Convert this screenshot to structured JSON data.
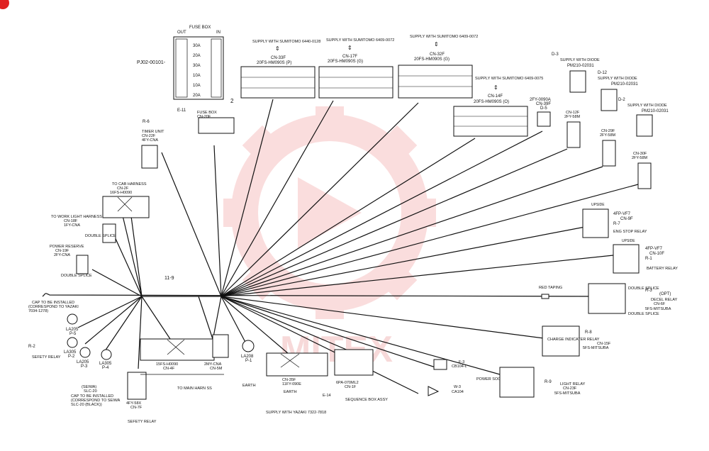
{
  "fuse_box": {
    "title": "FUSE BOX",
    "out": "OUT",
    "in": "IN",
    "part_no": "PJ02-00101-",
    "ref": "E-11",
    "name": "FUSE BOX",
    "cn": "CN-20F"
  },
  "harness_ref": "11-9",
  "branch_no": "2",
  "conn_timer": {
    "ref": "R-6",
    "name": "TIMER UNIT",
    "cn": "CN-22F",
    "type": "4FY-CNA"
  },
  "conn_cab": {
    "name": "TO CAB HARNESS",
    "cn": "CN-2F",
    "type": "16FS-H0090"
  },
  "conn_worklight": {
    "name": "TO WORK LIGHT HARNESS",
    "cn": "CN-18F",
    "type": "1FY-CNA"
  },
  "double_splice": "DOUBLE SPLICE",
  "conn_power_reserve": {
    "name": "POWER RESERVE",
    "cn": "CN-19F",
    "type": "2FY-CNA"
  },
  "cap_left": {
    "line1": "CAP TO BE INSTALLED",
    "line2": "(CORRESPOND TO YAZAKI",
    "line3": "7034-1278)"
  },
  "safety_left": {
    "ref": "R-2",
    "label": "SEFETY RELAY"
  },
  "grounds": [
    {
      "name": "LA205",
      "cn": "P-5"
    },
    {
      "name": "LA305",
      "cn": "P-2"
    },
    {
      "name": "LA205",
      "cn": "P-3"
    },
    {
      "name": "LA305",
      "cn": "P-4"
    }
  ],
  "seiwa": {
    "line1": "(SEIWA)",
    "line2": "SLC-20",
    "line3": "CAP TO BE INSTALLED",
    "line4": "(CORRESPOND TO SEIWA",
    "line5": "SLC-20 (BLACK))"
  },
  "conn_safety_bottom": {
    "type": "4FY-58X",
    "cn": "CN-7F",
    "label": "SEFETY RELAY"
  },
  "conn_main_a": {
    "type": "15FS-H0090",
    "cn": "CN-4F"
  },
  "conn_main_b": {
    "type": "2MY-CNA",
    "cn": "CN-5M"
  },
  "to_main": "TO MAIN HARN SS",
  "earth_a": {
    "name": "LA208",
    "cn": "P-1",
    "label": "EARTH"
  },
  "conn_bottom_earth": {
    "cn": "CN-35F",
    "type": "11FY-090E",
    "label": "EARTH",
    "supply": "SUPPLY WITH YAZAKI 7322-7818"
  },
  "conn_seq": {
    "ref": "E-14",
    "type": "6PA-070ML2",
    "cn": "CN-1F",
    "label": "SEQUENCE BOX ASSY"
  },
  "conn_f3": {
    "ref": "F-3",
    "type": "CB104-L"
  },
  "conn_w3": {
    "ref": "W-3",
    "type": "CA104"
  },
  "power_socket": "POWER SOCKET",
  "conn_33": {
    "supply": "SUPPLY WITH SUMITOMO 6440-0128",
    "cn": "CN-33F",
    "type": "20FS-HM090S (P)"
  },
  "conn_17": {
    "supply": "SUPPLY WITH SUMITOMO 6409-0072",
    "cn": "CN-17F",
    "type": "20FS-HM090S (G)"
  },
  "conn_32": {
    "supply": "SUPPLY WITH SUMITOMO 6409-0072",
    "cn": "CN-32F",
    "type": "20FS-HM090S (G)"
  },
  "conn_14": {
    "supply": "SUPPLY WITH SUMITOMO 6409-0075",
    "cn": "CN-14F",
    "type": "20FS-HM090S (O)"
  },
  "conn_d5": {
    "type": "2FY-0090A",
    "cn": "CN-39F",
    "ref": "D-5"
  },
  "diode_d3": {
    "ref": "D-3",
    "supply": "SUPPLY WITH DIODE",
    "part": "PM210-02031",
    "cn": "CN-12F",
    "type": "2FY-58M"
  },
  "diode_d12": {
    "ref": "D-12",
    "supply": "SUPPLY WITH DIODE",
    "part": "PM210-02031",
    "cn": "CN-29F",
    "type": "2FY-58M"
  },
  "diode_d2": {
    "ref": "D-2",
    "supply": "SUPPLY WITH DIODE",
    "part": "PM210-02031",
    "cn": "CN-30F",
    "type": "2FY-58M"
  },
  "relay_eng": {
    "upside": "UPSIDE",
    "type": "4FP-VF7",
    "cn": "CN-9F",
    "ref": "R-7",
    "label": "ENG STOP RELAY"
  },
  "relay_batt": {
    "upside": "UPSIDE",
    "type": "4FP-VF7",
    "cn": "CN-10F",
    "ref": "R-1",
    "label": "BATTERY RELAY"
  },
  "red_taping": "RED TAPING",
  "relay_decel": {
    "ref": "R-3",
    "opt": "(OPT)",
    "name": "DECEL RELAY",
    "cn": "CN-6F",
    "type": "5FS-MITSUBA",
    "splice_top": "DOUBLE SPLICE",
    "splice_bottom": "DOUBLE SPLICE"
  },
  "relay_charge": {
    "ref": "R-8",
    "name": "CHARGE INDICATER RELAY",
    "cn": "CN-15F",
    "type": "5FS-MITSUBA"
  },
  "relay_light": {
    "ref": "R-9",
    "name": "LIGHT RELAY",
    "cn": "CN-23F",
    "type": "5FS-MITSUBA"
  },
  "watermark": "MITEX",
  "colors": {
    "ink": "#111111",
    "watermark": "#f4b6b6",
    "badge": "#e02020"
  }
}
